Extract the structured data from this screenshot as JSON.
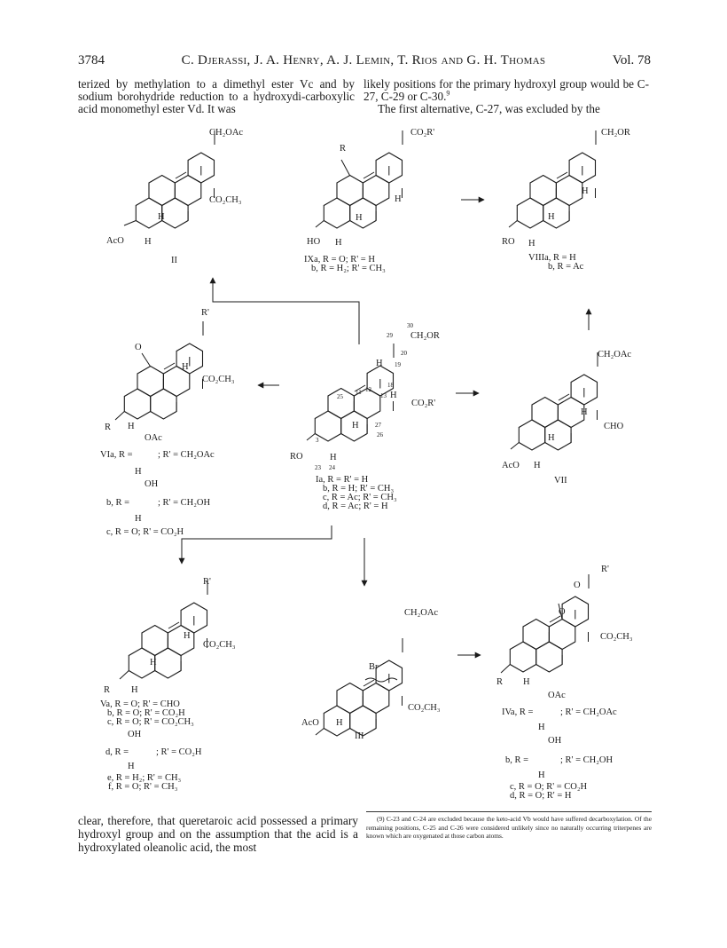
{
  "header": {
    "page_number": "3784",
    "authors": "C. Djerassi, J. A. Henry, A. J. Lemin, T. Rios and G. H. Thomas",
    "volume": "Vol. 78"
  },
  "text": {
    "top_left": "terized by methylation to a dimethyl ester Vc and by sodium borohydride reduction to a hydroxydi-carboxylic acid monomethyl ester Vd. It was",
    "top_right_1": "likely positions for the primary hydroxyl group would be C-27, C-29 or C-30.",
    "top_right_ref": "9",
    "top_right_2": "The first alternative, C-27, was excluded by the",
    "bottom_left": "clear, therefore, that queretaroic acid possessed a primary hydroxyl group and on the assumption that the acid is a hydroxylated oleanolic acid, the most",
    "footnote": "(9) C-23 and C-24 are excluded because the keto-acid Vb would have suffered decarboxylation. Of the remaining positions, C-25 and C-26 were considered unlikely since no naturally occurring triterpenes are known which are oxygenated at those carbon atoms."
  },
  "structures": {
    "II": {
      "label": "II",
      "top_sub": "CH₂OAc",
      "side_sub": "CO₂CH₃",
      "oh_sub": "AcO",
      "h1": "H",
      "h2": "H"
    },
    "IX": {
      "top_sub": "CO₂R'",
      "r_sub": "R",
      "oh_sub": "HO",
      "h1": "H",
      "h2": "H",
      "h3": "H",
      "line1": "IXa, R = O; R' = H",
      "line2": "b, R = H₂; R' = CH₃"
    },
    "VIII": {
      "top_sub": "CH₂OR",
      "oh_sub": "RO",
      "h1": "H",
      "h2": "H",
      "h3": "H",
      "line1": "VIIIa, R = H",
      "line2": "b, R = Ac"
    },
    "VI": {
      "top_sub": "R'",
      "side_sub": "CO₂CH₃",
      "keto": "O",
      "r_sub": "R",
      "h1": "H",
      "h2": "H",
      "a_sub": "OAc",
      "a_line": "VIa, R =",
      "a_rp": "; R' = CH₂OAc",
      "a_h": "H",
      "b_sub": "OH",
      "b_line": "b, R =",
      "b_rp": "; R' = CH₂OH",
      "b_h": "H",
      "c_line": "c, R = O; R' = CO₂H"
    },
    "I": {
      "top_sub": "CH₂OR",
      "side_sub": "CO₂R'",
      "oh_sub": "RO",
      "h1": "H",
      "h2": "H",
      "h3": "H",
      "h4": "H",
      "nums": [
        "30",
        "29",
        "20",
        "19",
        "18",
        "13",
        "12",
        "11",
        "25",
        "27",
        "26",
        "3",
        "23",
        "24"
      ],
      "line1": "Ia, R = R' = H",
      "line2": "b, R = H; R' = CH₃",
      "line3": "c, R = Ac; R' = CH₃",
      "line4": "d, R = Ac; R' = H"
    },
    "VII": {
      "label": "VII",
      "top_sub": "CH₂OAc",
      "side_sub": "CHO",
      "oh_sub": "AcO",
      "h1": "H",
      "h2": "H",
      "h3": "H"
    },
    "V": {
      "top_sub": "R'",
      "side_sub": "CO₂CH₃",
      "r_sub": "R",
      "h1": "H",
      "h2": "H",
      "h3": "H",
      "line_a": "Va, R = O; R' = CHO",
      "line_b": "b, R = O; R' = CO₂H",
      "line_c": "c, R = O; R' = CO₂CH₃",
      "d_sub": "OH",
      "d_line": "d, R =",
      "d_rp": "; R' = CO₂H",
      "d_h": "H",
      "line_e": "e, R = H₂; R' = CH₃",
      "line_f": "f, R = O; R' = CH₃"
    },
    "III": {
      "label": "III",
      "top_sub": "CH₂OAc",
      "br": "Br",
      "side_sub": "CO₂CH₃",
      "oh_sub": "AcO",
      "h1": "H"
    },
    "IV": {
      "top_sub": "R'",
      "o1": "O",
      "o2": "O",
      "side_sub": "CO₂CH₃",
      "r_sub": "R",
      "h1": "H",
      "a_sub": "OAc",
      "a_line": "IVa, R =",
      "a_rp": "; R' = CH₂OAc",
      "a_h": "H",
      "b_sub": "OH",
      "b_line": "b, R =",
      "b_rp": "; R' = CH₂OH",
      "b_h": "H",
      "line_c": "c, R = O; R' = CO₂H",
      "line_d": "d, R = O; R' = H"
    }
  }
}
